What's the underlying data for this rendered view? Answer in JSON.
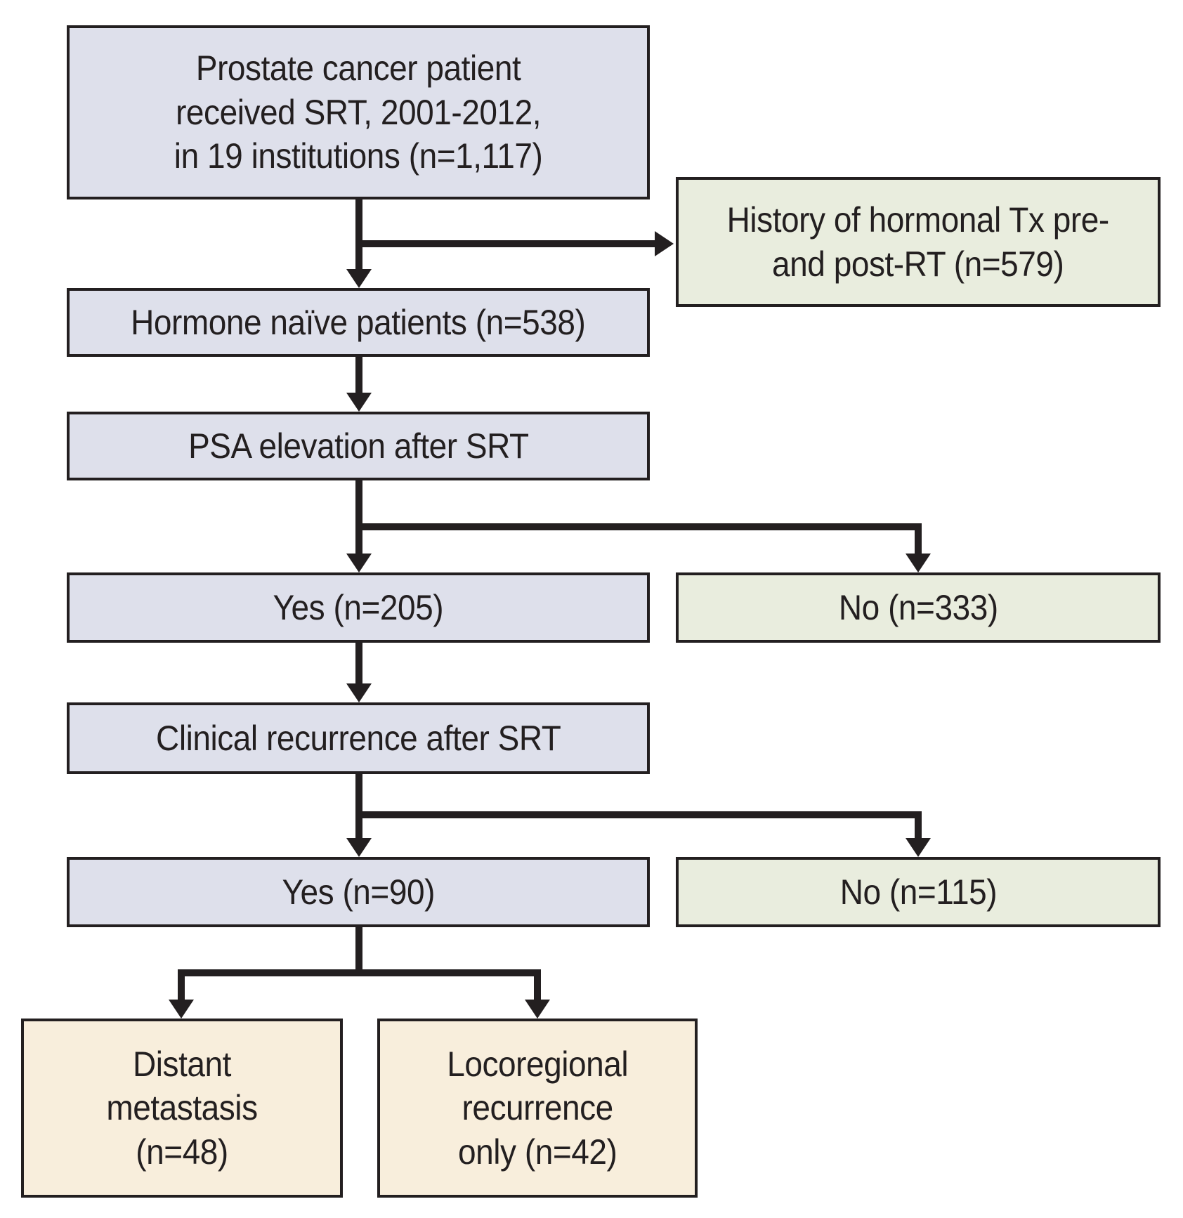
{
  "figure": {
    "type": "flowchart",
    "palette": {
      "cohort_fill": "#dee0eb",
      "exclusion_fill": "#e9edde",
      "outcome_fill": "#f8eedc",
      "stroke": "#231f20"
    },
    "nodes": {
      "srt": {
        "text": "Prostate cancer patient\nreceived SRT, 2001-2012,\nin 19 institutions (n=1,117)"
      },
      "history": {
        "text": "History of hormonal Tx pre-\nand post-RT (n=579)"
      },
      "hormone_naive": {
        "text": "Hormone naïve patients (n=538)"
      },
      "psa_elevation": {
        "text": "PSA elevation after SRT"
      },
      "psa_yes": {
        "text": "Yes (n=205)"
      },
      "psa_no": {
        "text": "No (n=333)"
      },
      "clinical_recurrence": {
        "text": "Clinical recurrence after SRT"
      },
      "recurrence_yes": {
        "text": "Yes (n=90)"
      },
      "recurrence_no": {
        "text": "No (n=115)"
      },
      "distant_metastasis": {
        "text": "Distant\nmetastasis\n(n=48)"
      },
      "locoregional": {
        "text": "Locoregional\nrecurrence\nonly (n=42)"
      }
    }
  }
}
